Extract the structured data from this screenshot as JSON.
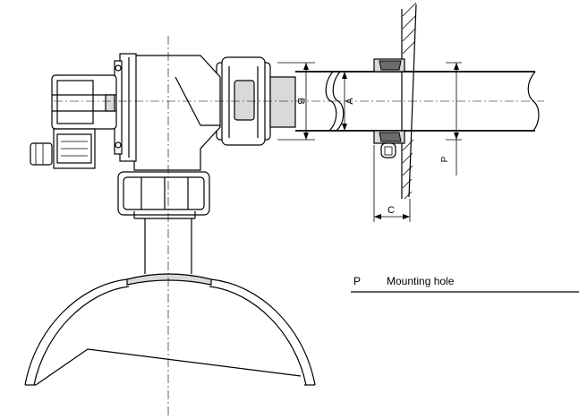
{
  "labels": {
    "dim_a": "A",
    "dim_b": "B",
    "dim_c": "C",
    "dim_p": "P"
  },
  "legend": {
    "key": "P",
    "description": "Mounting hole"
  }
}
